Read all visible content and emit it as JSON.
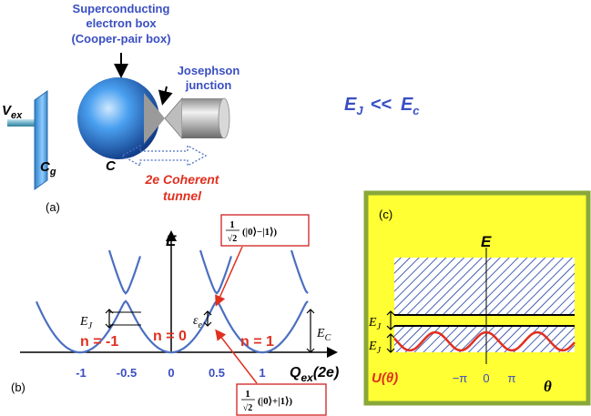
{
  "panel_a": {
    "label": "(a)",
    "box_title_1": "Superconducting",
    "box_title_2": "electron box",
    "box_title_3": "(Cooper-pair box)",
    "junction_1": "Josephson",
    "junction_2": "junction",
    "vex_main": "V",
    "vex_sub": "ex",
    "cg_main": "C",
    "cg_sub": "g",
    "c_label": "C",
    "tunnel_1": "2e Coherent",
    "tunnel_2": "tunnel"
  },
  "condition": {
    "ej_main": "E",
    "ej_sub": "J",
    "op": "<<",
    "ec_main": "E",
    "ec_sub": "c"
  },
  "panel_b": {
    "label": "(b)",
    "y_axis": "E",
    "x_axis_main": "Q",
    "x_axis_sub": "ex",
    "x_axis_unit": "(2e)",
    "ticks": [
      "-1",
      "-0.5",
      "0",
      "0.5",
      "1"
    ],
    "n_left": "n = -1",
    "n_mid": "n = 0",
    "n_right": "n = 1",
    "ej_main": "E",
    "ej_sub": "J",
    "eps_main": "ε",
    "eps_sub": "e",
    "ec_main": "E",
    "ec_sub": "C",
    "state_top": "(|0⟩−|1⟩)",
    "state_bottom": "(|0⟩+|1⟩)",
    "frac_num": "1",
    "frac_den": "√2"
  },
  "panel_c": {
    "label": "(c)",
    "y_axis": "E",
    "ej1_main": "E",
    "ej1_sub": "J",
    "ej2_main": "E",
    "ej2_sub": "J",
    "u_label": "U(θ)",
    "tick_neg": "−π",
    "tick_zero": "0",
    "tick_pos": "π",
    "theta": "θ"
  },
  "colors": {
    "blue_text": "#3a4fc2",
    "red_text": "#e03020",
    "curve_blue": "#4b6fc0",
    "panel_c_bg": "#ffff33",
    "panel_c_border": "#8aa83a",
    "hatch": "#1a3aa0"
  }
}
